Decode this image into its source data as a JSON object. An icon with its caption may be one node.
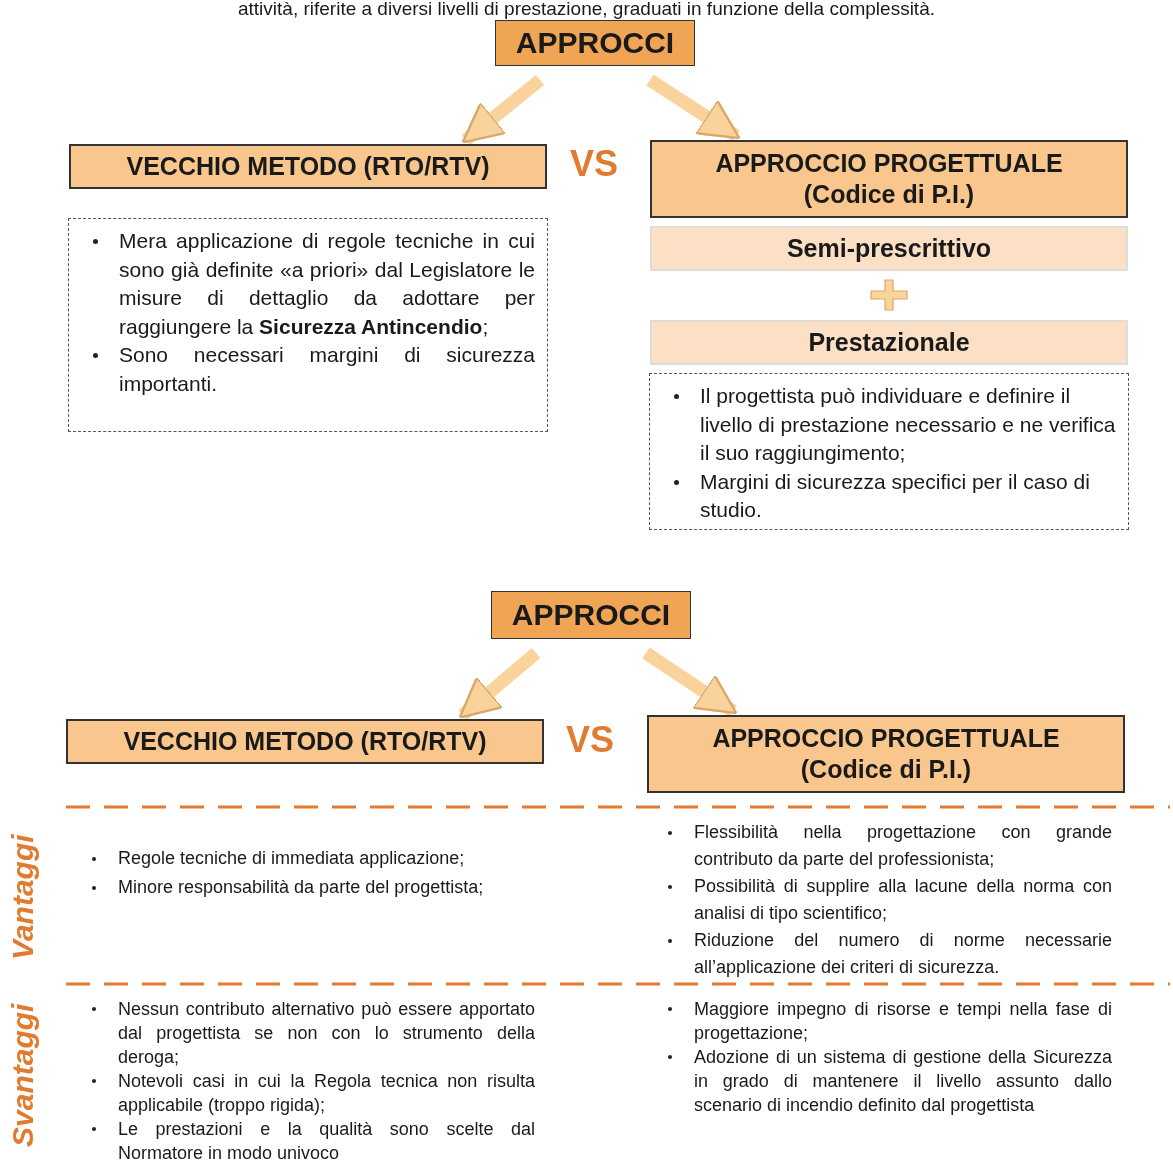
{
  "diagram": {
    "nodes": [
      {
        "text": [
          "APPROCCI"
        ]
      },
      {
        "text": [
          "VECCHIO METODO (RTO/RTV)"
        ]
      },
      {
        "text": [
          "APPROCCIO PROGETTUALE (Codice di P.I.)"
        ]
      },
      {
        "text": [
          "Mera applicazione di regole tecniche in cui sono già definite «a priori» dal Legislatore le misure di dettaglio da adottare per raggiungere la **Sicurezza Antincendio**;",
          "Sono necessari margini di sicurezza importanti."
        ]
      },
      {
        "text": [
          "Semi-prescrittivo"
        ]
      },
      {
        "text": [
          "Prestazionale"
        ]
      },
      {
        "text": [
          "Il progettista può individuare e definire il livello di prestazione necessario e ne verifica il suo raggiungimento;",
          "Margini di sicurezza specifici per il caso di studio."
        ]
      },
      {
        "text": [
          "APPROCCI"
        ]
      },
      {
        "text": [
          "VECCHIO METODO (RTO/RTV)"
        ]
      },
      {
        "text": [
          "APPROCCIO PROGETTUALE (Codice di P.I.)"
        ]
      }
    ],
    "edges": [
      {
        "from": 0,
        "to": 1,
        "arrow": "to"
      },
      {
        "from": 0,
        "to": 2,
        "arrow": "to"
      },
      {
        "from": 7,
        "to": 8,
        "arrow": "to"
      },
      {
        "from": 7,
        "to": 9,
        "arrow": "to"
      }
    ],
    "labels": [
      "attività, riferite a diversi livelli di prestazione, graduati in funzione della complessità.",
      "VS",
      "VS",
      "Vantaggi",
      "Regole tecniche di immediata applicazione;",
      "Minore responsabilità da parte del progettista;",
      "Flessibilità nella progettazione con grande contributo da parte del professionista;",
      "Possibilità di supplire alla lacune della norma con analisi di tipo scientifico;",
      "Riduzione del numero di norme necessarie all’applicazione dei criteri di sicurezza.",
      "Svantaggi",
      "Nessun contributo alternativo può essere apportato dal progettista se non con lo strumento della deroga;",
      "Notevoli casi in cui la Regola tecnica non risulta applicabile (troppo rigida);",
      "Le prestazioni e la qualità sono scelte dal Normatore in modo univoco",
      "Maggiore impegno di risorse e tempi nella fase di progettazione;",
      "Adozione di un sistema di gestione della Sicurezza in grado di mantenere il livello assunto dallo scenario di incendio definito dal progettista"
    ]
  }
}
